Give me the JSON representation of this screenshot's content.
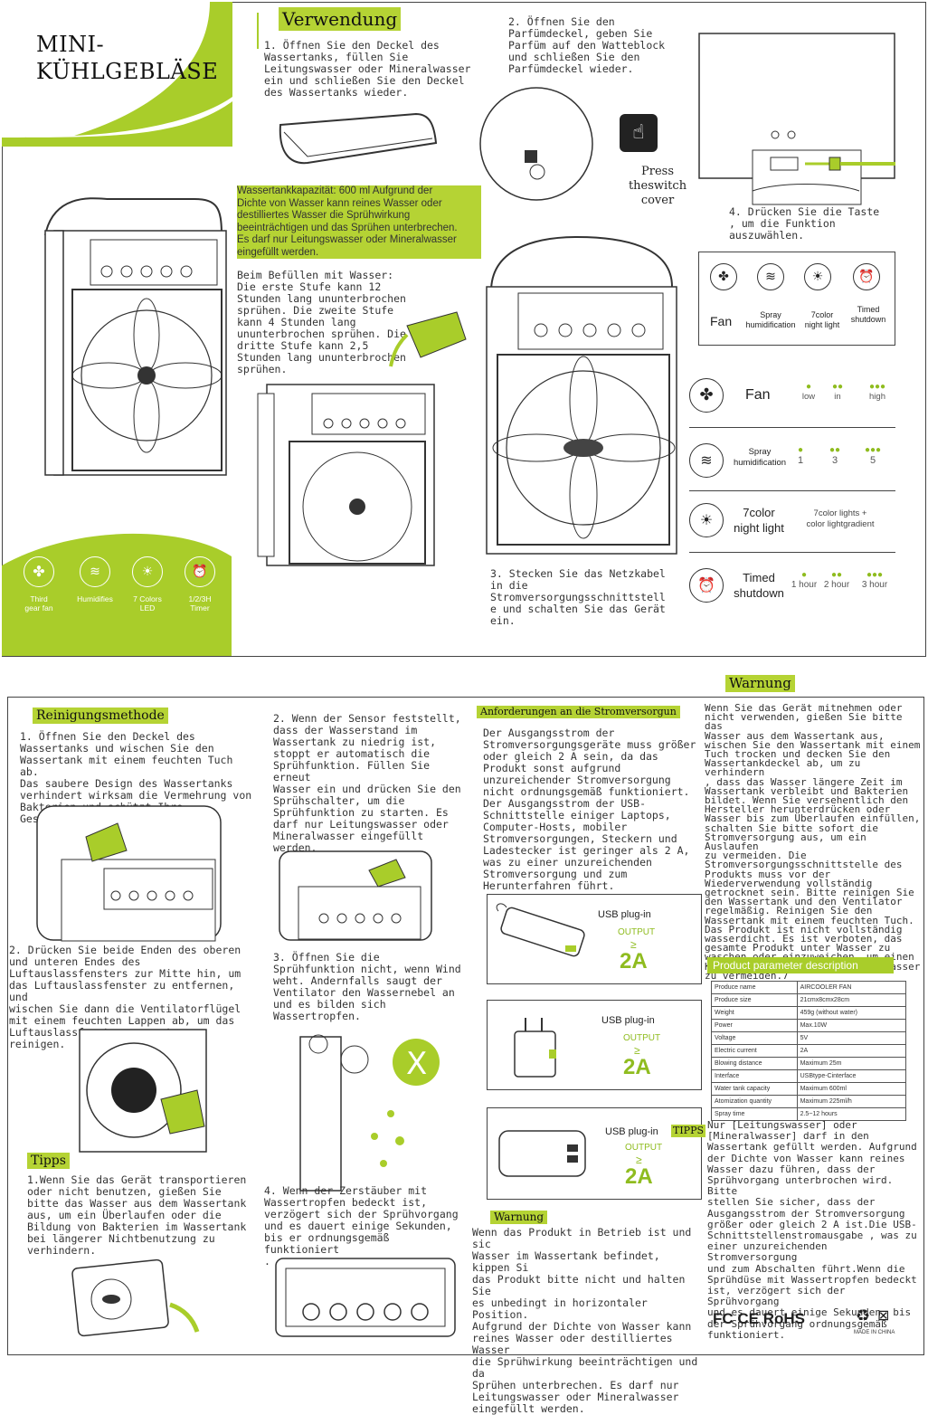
{
  "top": {
    "title_line1": "MINI-",
    "title_line2": "KÜHLGEBLÄSE",
    "verwendung_title": "Verwendung",
    "step1": "1. Öffnen Sie den Deckel des\nWassertanks, füllen Sie\nLeitungswasser oder Mineralwasser\nein und schließen Sie den Deckel\ndes Wassertanks wieder.",
    "step2": "2. Öffnen Sie den\nParfümdeckel, geben Sie\nParfüm auf den Watteblock\nund schließen Sie den\nParfümdeckel wieder.",
    "press_cover": "Press\ntheswitch\ncover",
    "capacity_note": "Wassertankkapazität: 600 ml Aufgrund der\nDichte von Wasser kann reines Wasser oder\ndestilliertes Wasser die Sprühwirkung\nbeeinträchtigen und das Sprühen unterbrechen.\nEs darf nur Leitungswasser oder Mineralwasser\neingefüllt werden.",
    "fill_note": "Beim Befüllen mit Wasser:\nDie erste Stufe kann 12\nStunden lang ununterbrochen\nsprühen. Die zweite Stufe\nkann 4 Stunden lang\nununterbrochen sprühen. Die\ndritte Stufe kann 2,5\nStunden lang ununterbrochen\nsprühen.",
    "step3": "3. Stecken Sie das Netzkabel\nin die\nStromversorgungsschnittstell\ne und schalten Sie das Gerät\nein.",
    "step4": "4. Drücken Sie die Taste\n, um die Funktion\nauszuwählen.",
    "features": [
      {
        "icon": "fan-icon",
        "label": "Third\ngear fan"
      },
      {
        "icon": "humidify-icon",
        "label": "Humidifies"
      },
      {
        "icon": "bulb-icon",
        "label": "7 Colors\nLED"
      },
      {
        "icon": "clock-icon",
        "label": "1/2/3H\nTimer"
      }
    ],
    "buttons_box": {
      "fan": "Fan",
      "spray": "Spray\nhumidification",
      "color": "7color\nnight light",
      "timed": "Timed\nshutdown"
    },
    "modes": [
      {
        "icon": "fan-icon",
        "name": "Fan",
        "levels": [
          "low",
          "in",
          "high"
        ]
      },
      {
        "icon": "spray-icon",
        "name": "Spray\nhumidification",
        "levels": [
          "1",
          "3",
          "5"
        ]
      },
      {
        "icon": "bulb-icon",
        "name": "7color\nnight light",
        "levels": [
          "7color lights +\ncolor lightgradient"
        ]
      },
      {
        "icon": "clock-icon",
        "name": "Timed\nshutdown",
        "levels": [
          "1 hour",
          "2 hour",
          "3 hour"
        ]
      }
    ]
  },
  "bottom": {
    "reinigung_title": "Reinigungsmethode",
    "clean1": "1. Öffnen Sie den Deckel des\nWassertanks und wischen Sie den\nWassertank mit einem feuchten Tuch ab.\nDas saubere Design des Wassertanks\nverhindert wirksam die Vermehrung von\nBakterien und schützt Ihre Gesundheit.",
    "clean2": "2. Drücken Sie beide Enden des oberen\nund unteren Endes des\nLuftauslassfensters zur Mitte hin, um\ndas Luftauslassfenster zu entfernen, und\nwischen Sie dann die Ventilatorflügel\nmit einem feuchten Lappen ab, um das\nLuftauslassfenster separat zu reinigen.",
    "tipps_title": "Tipps",
    "tipps1": "1.Wenn Sie das Gerät transportieren\noder nicht benutzen, gießen Sie\nbitte das Wasser aus dem Wassertank\naus, um ein Überlaufen oder die\nBildung von Bakterien im Wassertank\nbei längerer Nichtbenutzung zu\nverhindern.",
    "sensor": "2. Wenn der Sensor feststellt,\ndass der Wasserstand im\nWassertank zu niedrig ist,\nstoppt er automatisch die\nSprühfunktion. Füllen Sie erneut\nWasser ein und drücken Sie den\nSprühschalter, um die\nSprühfunktion zu starten. Es\ndarf nur Leitungswasser oder\nMineralwasser eingefüllt werden.",
    "wind": "3. Öffnen Sie die\nSprühfunktion nicht, wenn Wind\nweht. Andernfalls saugt der\nVentilator den Wassernebel an\nund es bilden sich\nWassertropfen.",
    "atomizer": "4. Wenn der Zerstäuber mit\nWassertropfen bedeckt ist,\nverzögert sich der Sprühvorgang\nund es dauert einige Sekunden,\nbis er ordnungsgemäß funktioniert\n.",
    "power_title": "Anforderungen an die Stromversorgun",
    "power_text": "Der Ausgangsstrom der\nStromversorgungsgeräte muss größer\noder gleich 2 A sein, da das\nProdukt sonst aufgrund\nunzureichender Stromversorgung\nnicht ordnungsgemäß funktioniert.\nDer Ausgangsstrom der USB-\nSchnittstelle einiger Laptops,\nComputer-Hosts, mobiler\nStromversorgungen, Steckern und\nLadestecker ist geringer als 2 A,\nwas zu einer unzureichenden\nStromversorgung und zum\nHerunterfahren führt.",
    "usb": [
      {
        "plug": "USB plug-in",
        "output": "OUTPUT",
        "ge": "≥",
        "amp": "2A"
      },
      {
        "plug": "USB plug-in",
        "output": "OUTPUT",
        "ge": "≥",
        "amp": "2A"
      },
      {
        "plug": "USB plug-in",
        "output": "OUTPUT",
        "ge": "≥",
        "amp": "2A"
      }
    ],
    "warnung_small_title": "Warnung",
    "warnung_small": "Wenn das Produkt in Betrieb ist und sic\nWasser im Wassertank befindet, kippen Si\ndas Produkt bitte nicht und halten Sie\nes unbedingt in horizontaler Position.\nAufgrund der Dichte von Wasser kann\nreines Wasser oder destilliertes Wasser\ndie Sprühwirkung beeinträchtigen und da\nSprühen unterbrechen. Es darf nur\nLeitungswasser oder Mineralwasser\neingefüllt werden.",
    "warnung_title": "Warnung",
    "warnung_text": "Wenn Sie das Gerät mitnehmen oder\nnicht verwenden, gießen Sie bitte das\nWasser aus dem Wassertank aus,\nwischen Sie den Wassertank mit einem\nTuch trocken und decken Sie den\nWassertankdeckel ab, um zu verhindern\n, dass das Wasser längere Zeit im\nWassertank verbleibt und Bakterien\nbildet. Wenn Sie versehentlich den\nHersteller herunterdrücken oder\nWasser bis zum Überlaufen einfüllen,\nschalten Sie bitte sofort die\nStromversorgung aus, um ein Auslaufen\nzu vermeiden. Die\nStromversorgungsschnittstelle des\nProdukts muss vor der\nWiederverwendung vollständig\ngetrocknet sein. Bitte reinigen Sie\nden Wassertank und den Ventilator\nregelmäßig. Reinigen Sie den\nWassertank mit einem feuchten Tuch.\nDas Produkt ist nicht vollständig\nwasserdicht. Es ist verboten, das\ngesamte Produkt unter Wasser zu\nwaschen oder einzuweichen, um einen\nKurzschluss und Schäden durch Wasser\nzu vermeiden.7",
    "param_title": "Product parameter description",
    "params": [
      [
        "Produce name",
        "AIRCOOLER FAN"
      ],
      [
        "Produce size",
        "21cmx8cmx28cm"
      ],
      [
        "Weight",
        "459g (without water)"
      ],
      [
        "Power",
        "Max.10W"
      ],
      [
        "Voltage",
        "5V"
      ],
      [
        "Electric current",
        "2A"
      ],
      [
        "Blowing distance",
        "Maximum 25m"
      ],
      [
        "Interface",
        "USBtype-Cinterface"
      ],
      [
        "Water tank capacity",
        "Maximum 600ml"
      ],
      [
        "Atomization quantity",
        "Maximum 225ml/h"
      ],
      [
        "Spray time",
        "2.5~12 hours"
      ]
    ],
    "tipps_right_title": "TIPPS",
    "tipps_right": "Nur [Leitungswasser] oder\n[Mineralwasser] darf in den\nWassertank gefüllt werden. Aufgrund\nder Dichte von Wasser kann reines\nWasser dazu führen, dass der\nSprühvorgang unterbrochen wird. Bitte\nstellen Sie sicher, dass der\nAusgangsstrom der Stromversorgung\ngrößer oder gleich 2 A ist.Die USB-\nSchnittstellenstromausgabe , was zu\neiner unzureichenden Stromversorgung\nund zum Abschalten führt.Wenn die\nSprühdüse mit Wassertropfen bedeckt\nist, verzögert sich der Sprühvorgang\nund es dauert einige Sekunden, bis\nder Sprühvorgang ordnungsgemäß\nfunktioniert.",
    "cert": "FC CE RoHS",
    "made_in": "MADE IN CHINA"
  }
}
